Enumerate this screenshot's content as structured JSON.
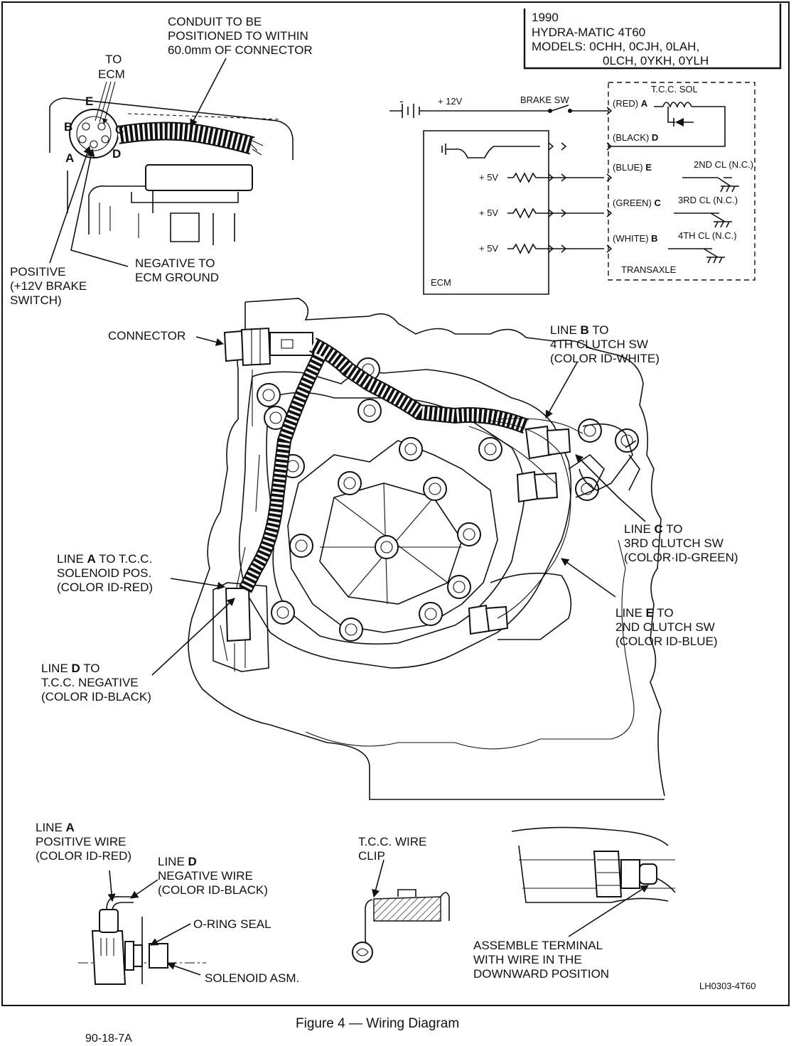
{
  "header_box": {
    "year": "1990",
    "model_name": "HYDRA-MATIC 4T60",
    "models_line1": "MODELS: 0CHH, 0CJH, 0LAH,",
    "models_line2": "0LCH, 0YKH, 0YLH"
  },
  "connector_detail": {
    "conduit_note": [
      "CONDUIT TO BE",
      "POSITIONED TO WITHIN",
      "60.0mm OF CONNECTOR"
    ],
    "to_ecm": [
      "TO",
      "ECM"
    ],
    "pins": [
      "A",
      "B",
      "C",
      "D",
      "E"
    ],
    "positive": [
      "POSITIVE",
      "(+12V BRAKE",
      "SWITCH)"
    ],
    "negative": [
      "NEGATIVE TO",
      "ECM GROUND"
    ]
  },
  "schematic": {
    "minus": "-",
    "plus12": "+ 12V",
    "brake_sw": "BRAKE SW",
    "tcc_sol": "T.C.C. SOL",
    "plus5": "+ 5V",
    "ecm": "ECM",
    "transaxle": "TRANSAXLE",
    "rows": [
      {
        "color": "(RED)",
        "pin": "A",
        "desc": ""
      },
      {
        "color": "(BLACK)",
        "pin": "D",
        "desc": ""
      },
      {
        "color": "(BLUE)",
        "pin": "E",
        "desc": "2ND CL (N.C.)"
      },
      {
        "color": "(GREEN)",
        "pin": "C",
        "desc": "3RD CL (N.C.)"
      },
      {
        "color": "(WHITE)",
        "pin": "B",
        "desc": "4TH CL (N.C.)"
      }
    ]
  },
  "main_labels": {
    "connector": "CONNECTOR",
    "line_b": {
      "prefix": "LINE",
      "letter": "B",
      "suffix": "TO",
      "l2": "4TH CLUTCH SW",
      "l3": "(COLOR ID-WHITE)"
    },
    "line_c": {
      "prefix": "LINE",
      "letter": "C",
      "suffix": "TO",
      "l2": "3RD CLUTCH SW",
      "l3": "(COLOR·ID-GREEN)"
    },
    "line_e": {
      "prefix": "LINE",
      "letter": "E",
      "suffix": "TO",
      "l2": "2ND CLUTCH SW",
      "l3": "(COLOR ID-BLUE)"
    },
    "line_a": {
      "prefix": "LINE",
      "letter": "A",
      "suffix": "TO T.C.C.",
      "l2": "SOLENOID POS.",
      "l3": "(COLOR ID-RED)"
    },
    "line_d": {
      "prefix": "LINE",
      "letter": "D",
      "suffix": "TO",
      "l2": "T.C.C. NEGATIVE",
      "l3": "(COLOR ID-BLACK)"
    }
  },
  "bottom_details": {
    "line_a": {
      "prefix": "LINE",
      "letter": "A",
      "l2": "POSITIVE WIRE",
      "l3": "(COLOR ID-RED)"
    },
    "line_d": {
      "prefix": "LINE",
      "letter": "D",
      "l2": "NEGATIVE WIRE",
      "l3": "(COLOR ID-BLACK)"
    },
    "o_ring": "O-RING SEAL",
    "solenoid": "SOLENOID ASM.",
    "tcc_clip": [
      "T.C.C. WIRE",
      "CLIP"
    ],
    "assemble": [
      "ASSEMBLE TERMINAL",
      "WITH WIRE IN THE",
      "DOWNWARD POSITION"
    ],
    "code": "LH0303-4T60"
  },
  "caption": "Figure 4 — Wiring Diagram",
  "page_ref": "90-18-7A"
}
